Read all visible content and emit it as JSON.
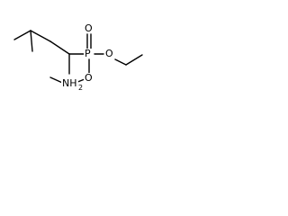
{
  "molecule": {
    "atoms": {
      "phosphorus": "P",
      "oxygen_double": "O",
      "oxygen_ester_right": "O",
      "oxygen_ester_lower": "O",
      "nitrogen": "NH",
      "nitrogen_subscript": "2"
    }
  },
  "colors": {
    "bond": "#000000",
    "label": "#000000",
    "background": "#ffffff"
  }
}
